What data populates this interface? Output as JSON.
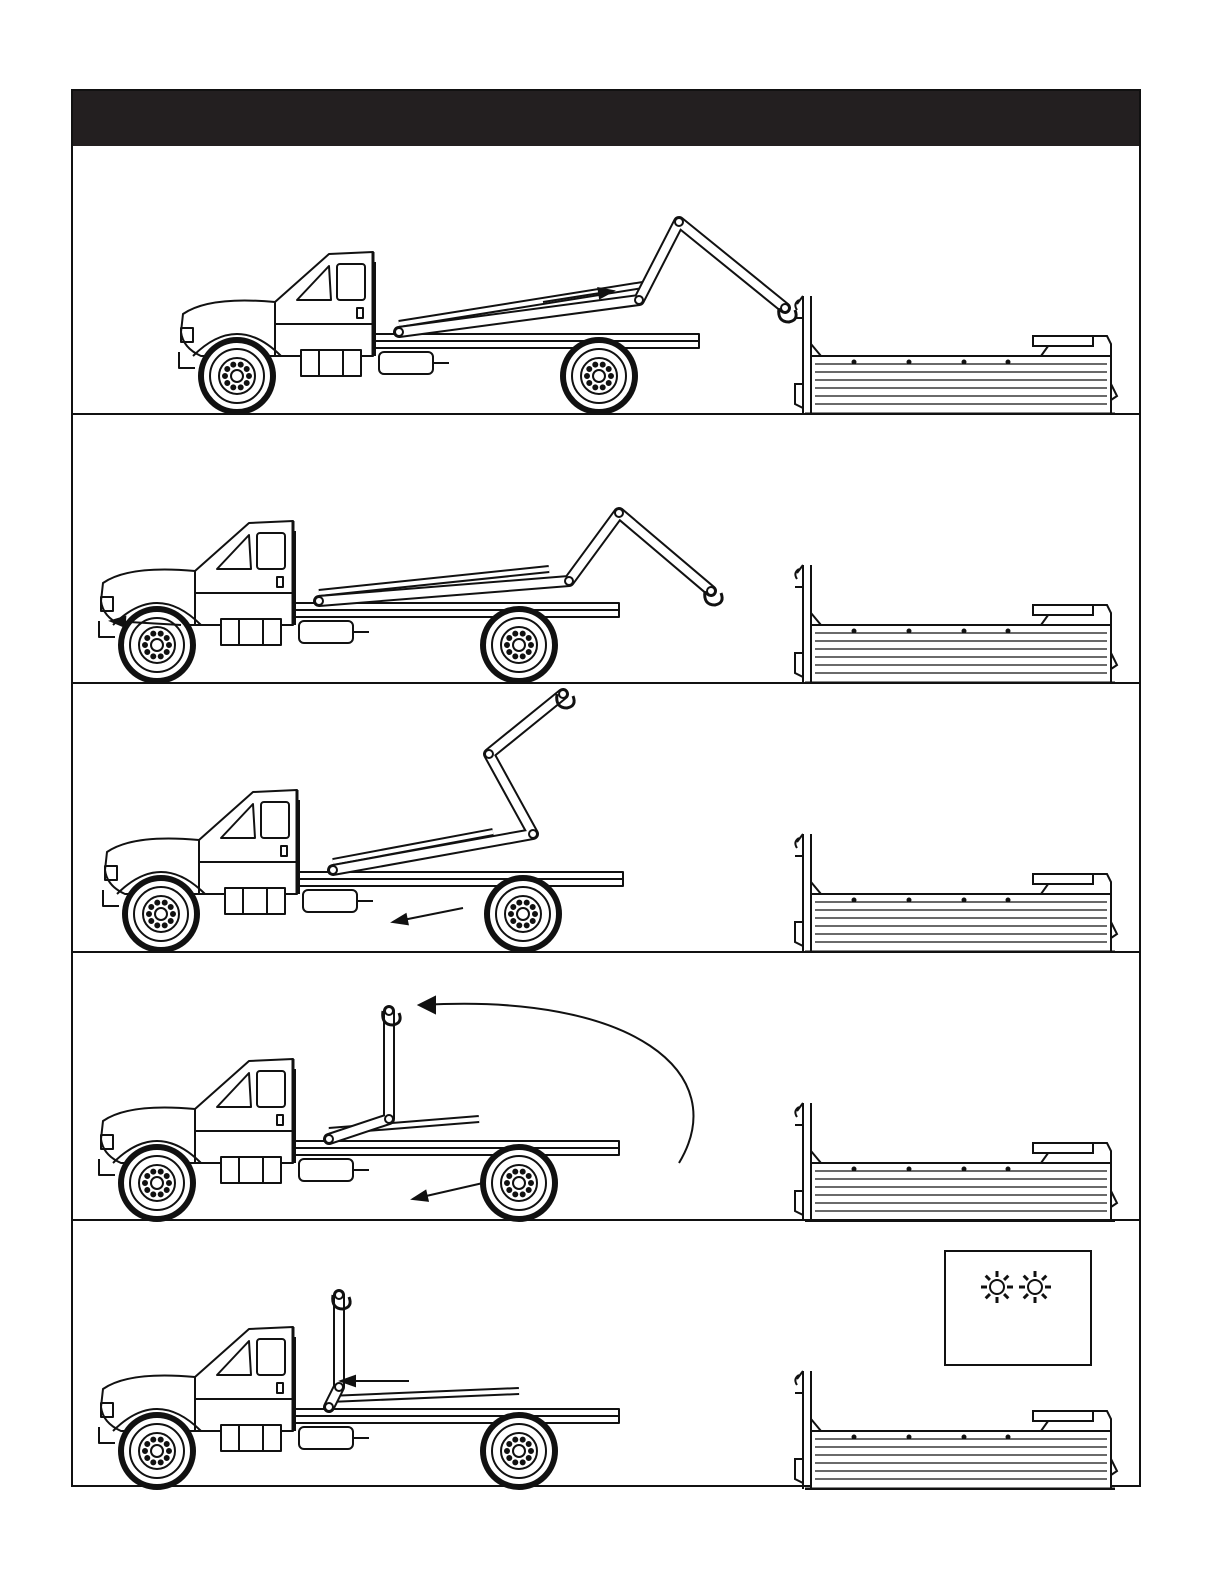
{
  "header": {
    "title": ""
  },
  "colors": {
    "ink": "#111111",
    "header_bg": "#231f20",
    "paper": "#ffffff"
  },
  "icons": {
    "hazard_lights": "hazard-lights-icon",
    "motion_arrow": "arrow-icon"
  },
  "steps": [
    {
      "arm": "extended-back",
      "arrow": "right-along-cylinder"
    },
    {
      "arm": "extended-back",
      "arrow": "truck-forward-left"
    },
    {
      "arm": "raised-diagonal",
      "arrow": "left-along-cylinder"
    },
    {
      "arm": "vertical",
      "arrow": "arc-forward"
    },
    {
      "arm": "vertical-stowed",
      "arrow": "left"
    }
  ]
}
